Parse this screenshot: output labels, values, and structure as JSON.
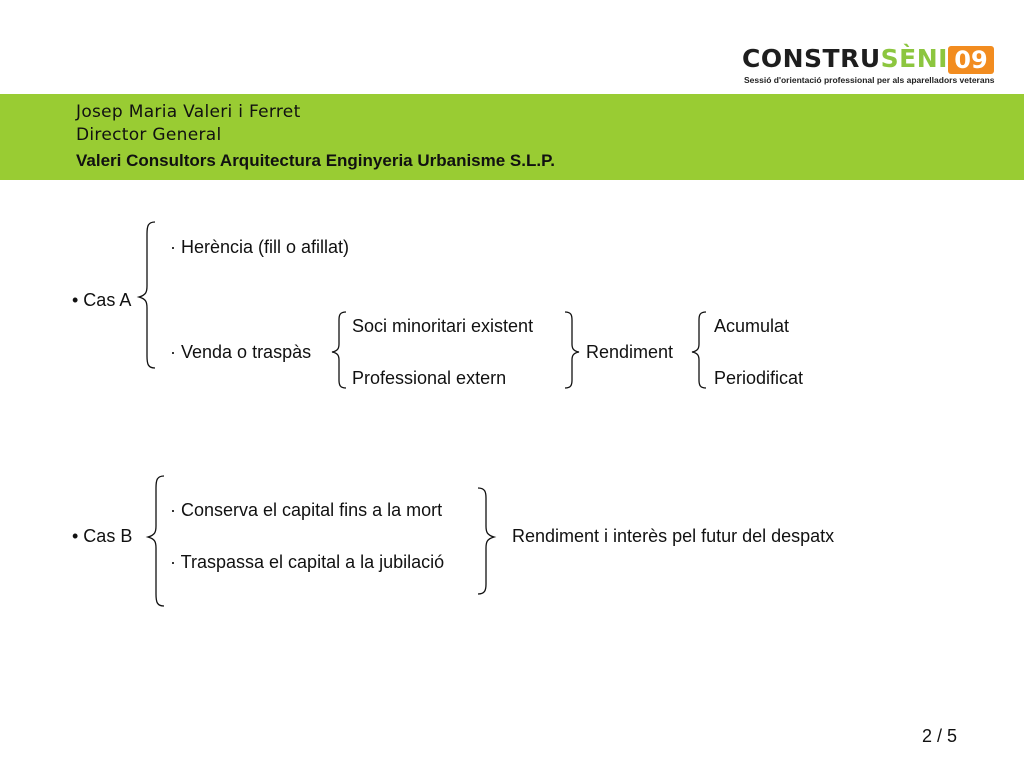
{
  "logo": {
    "brand_dark": "CONSTRU",
    "brand_light": "SÈNIOR",
    "year": "09",
    "tagline": "Sessió d'orientació professional per als aparelladors veterans"
  },
  "header": {
    "name": "Josep Maria Valeri i Ferret",
    "role": "Director General",
    "company": "Valeri Consultors Arquitectura Enginyeria Urbanisme S.L.P."
  },
  "case_a": {
    "label": "• Cas A",
    "option_inheritance": "· Herència (fill o afillat)",
    "option_sale": "· Venda o traspàs",
    "buyer_partner": "Soci minoritari existent",
    "buyer_external": "Professional extern",
    "yield_label": "Rendiment",
    "yield_accumulated": "Acumulat",
    "yield_periodic": "Periodificat"
  },
  "case_b": {
    "label": "• Cas B",
    "option_keep": "· Conserva el capital fins a la mort",
    "option_transfer": "· Traspassa el capital a la jubilació",
    "result": "Rendiment i interès pel futur del despatx"
  },
  "pager": {
    "text": "2 / 5"
  },
  "colors": {
    "band": "#99cc33",
    "logo_accent": "#8cc63f",
    "logo_year_bg": "#f28c1f"
  }
}
